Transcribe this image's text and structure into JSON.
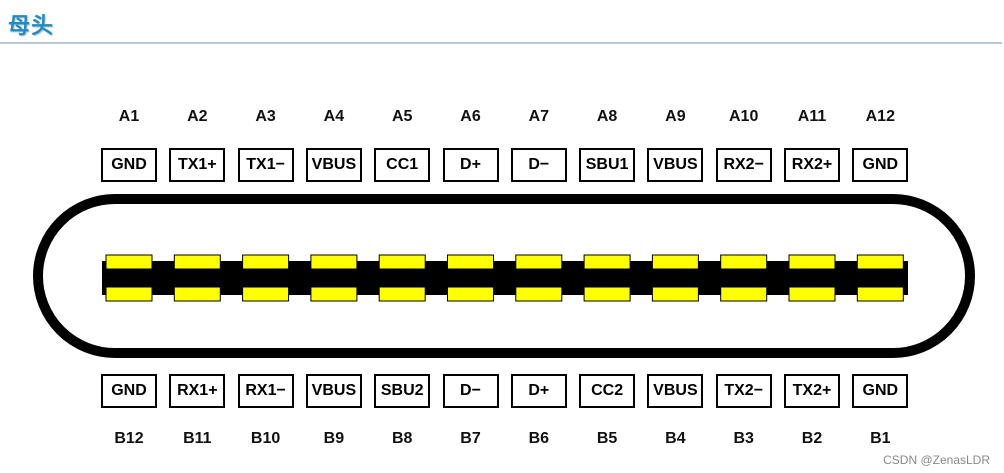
{
  "heading": "母头",
  "colors": {
    "heading": "#1f8cc8",
    "pad": "#ffff00",
    "shell": "#000000"
  },
  "top_row": {
    "pins": [
      "A1",
      "A2",
      "A3",
      "A4",
      "A5",
      "A6",
      "A7",
      "A8",
      "A9",
      "A10",
      "A11",
      "A12"
    ],
    "signals": [
      "GND",
      "TX1+",
      "TX1−",
      "VBUS",
      "CC1",
      "D+",
      "D−",
      "SBU1",
      "VBUS",
      "RX2−",
      "RX2+",
      "GND"
    ]
  },
  "bottom_row": {
    "pins": [
      "B12",
      "B11",
      "B10",
      "B9",
      "B8",
      "B7",
      "B6",
      "B5",
      "B4",
      "B3",
      "B2",
      "B1"
    ],
    "signals": [
      "GND",
      "RX1+",
      "RX1−",
      "VBUS",
      "SBU2",
      "D−",
      "D+",
      "CC2",
      "VBUS",
      "TX2−",
      "TX2+",
      "GND"
    ]
  },
  "watermark": "CSDN @ZenasLDR"
}
